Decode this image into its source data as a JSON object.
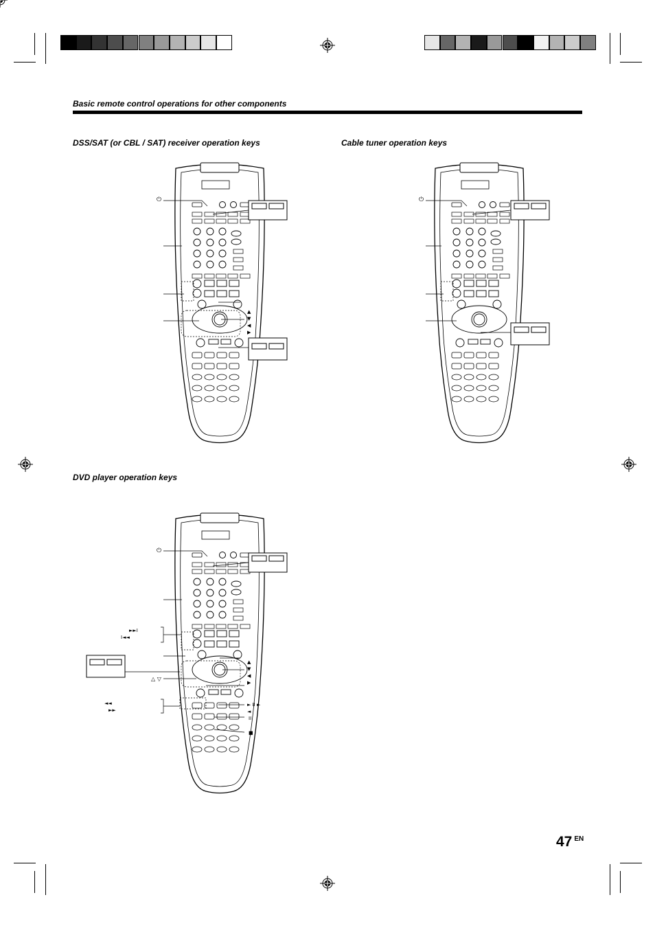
{
  "color_bar_left": [
    "#000000",
    "#1a1a1a",
    "#333333",
    "#4d4d4d",
    "#666666",
    "#808080",
    "#999999",
    "#b3b3b3",
    "#cccccc",
    "#e6e6e6",
    "#ffffff"
  ],
  "color_bar_right": [
    "#e6e6e6",
    "#666666",
    "#b3b3b3",
    "#1a1a1a",
    "#999999",
    "#4d4d4d",
    "#000000",
    "#f2f2f2",
    "#b3b3b3",
    "#cccccc",
    "#808080"
  ],
  "header": {
    "section_title": "Basic remote control operations for other components"
  },
  "sections": {
    "dss": "DSS/SAT (or CBL / SAT) receiver operation keys",
    "cable": "Cable tuner operation keys",
    "dvd": "DVD player operation keys"
  },
  "symbols": {
    "power": "⏻",
    "up": "▲",
    "down": "▼",
    "left": "◀",
    "right": "▶",
    "skip_fwd": "►►I",
    "skip_back": "I◄◄",
    "tri_up_down": "△ ▽",
    "rew": "◄◄",
    "ff": "►►",
    "play_pause": "► II  ►",
    "back": "◄",
    "pause": "II",
    "stop": "■"
  },
  "page": {
    "number": "47",
    "lang": "EN"
  }
}
